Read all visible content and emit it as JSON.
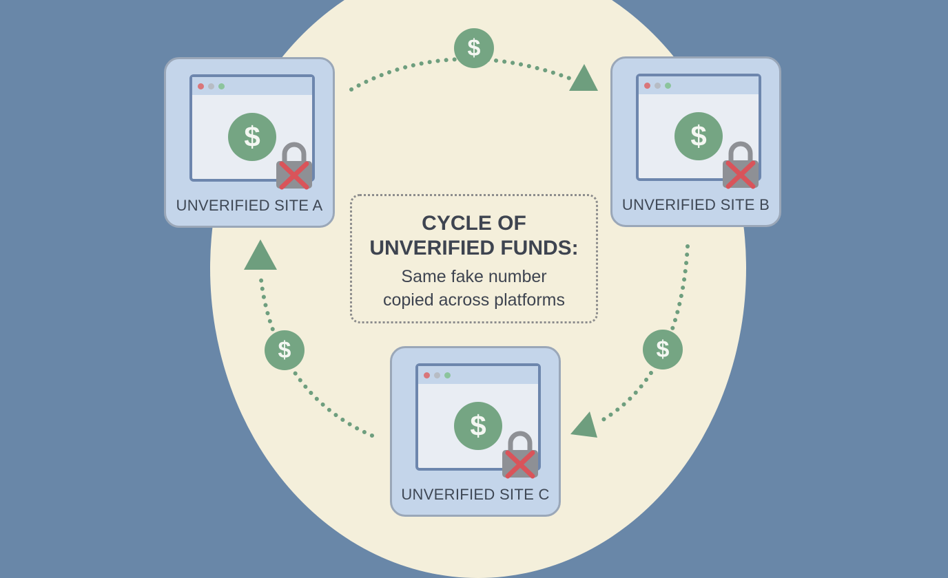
{
  "diagram": {
    "title": "CYCLE OF UNVERIFIED FUNDS:",
    "subtitle": "Same fake number copied across platforms",
    "coin_symbol": "$",
    "sites": [
      {
        "label": "UNVERIFIED SITE A"
      },
      {
        "label": "UNVERIFIED SITE B"
      },
      {
        "label": "UNVERIFIED SITE C"
      }
    ],
    "flow": [
      "Site A → Site B",
      "Site B → Site C",
      "Site C → Site A"
    ]
  },
  "colors": {
    "background": "#6987a8",
    "blob": "#f4efdb",
    "card": "#c4d5ea",
    "coin_green": "#75a583",
    "arrow_green": "#6e9e7e",
    "lock_grey": "#8e9095",
    "cross_red": "#d9545a"
  },
  "icons": [
    "browser-window-icon",
    "dollar-coin-icon",
    "lock-icon",
    "red-x-icon",
    "dotted-arrow-icon"
  ]
}
